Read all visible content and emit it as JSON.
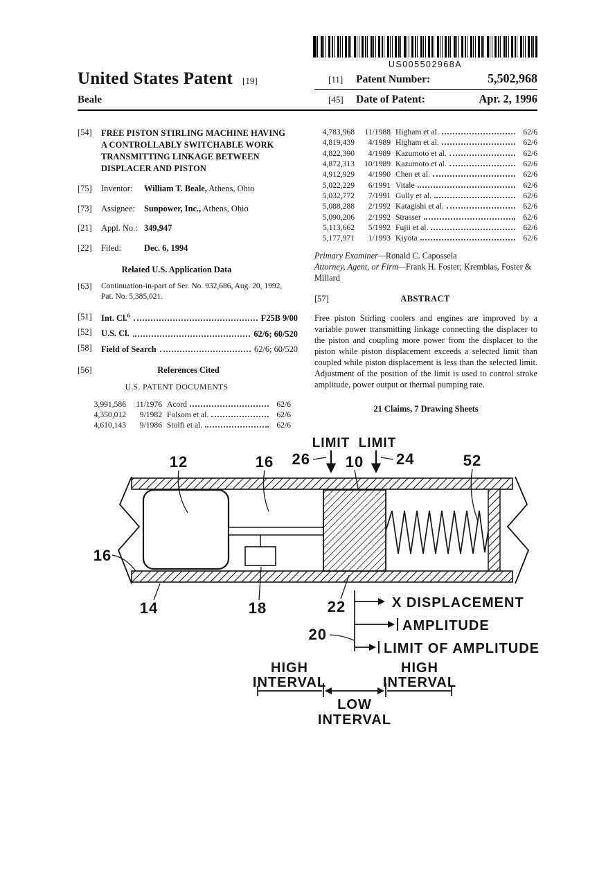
{
  "barcode": {
    "text": "US005502968A"
  },
  "header": {
    "title": "United States Patent",
    "title_tag": "[19]",
    "surname": "Beale",
    "patent_number_tag": "[11]",
    "patent_number_label": "Patent Number:",
    "patent_number": "5,502,968",
    "date_tag": "[45]",
    "date_label": "Date of Patent:",
    "date": "Apr. 2, 1996"
  },
  "left": {
    "title_tag": "[54]",
    "title": "FREE PISTON STIRLING MACHINE HAVING A CONTROLLABLY SWITCHABLE WORK TRANSMITTING LINKAGE BETWEEN DISPLACER AND PISTON",
    "inventor_tag": "[75]",
    "inventor_label": "Inventor:",
    "inventor_name": "William T. Beale,",
    "inventor_rest": "Athens, Ohio",
    "assignee_tag": "[73]",
    "assignee_label": "Assignee:",
    "assignee_name": "Sunpower, Inc.,",
    "assignee_rest": "Athens, Ohio",
    "appl_tag": "[21]",
    "appl_label": "Appl. No.:",
    "appl_value": "349,947",
    "filed_tag": "[22]",
    "filed_label": "Filed:",
    "filed_value": "Dec. 6, 1994",
    "related_heading": "Related U.S. Application Data",
    "related_tag": "[63]",
    "related_text": "Continuation-in-part of Ser. No. 932,686, Aug. 20, 1992, Pat. No. 5,385,021.",
    "fields": [
      {
        "tag": "[51]",
        "label": "Int. Cl.",
        "sup": "6",
        "value": "F25B 9/00"
      },
      {
        "tag": "[52]",
        "label": "U.S. Cl.",
        "sup": "",
        "value": "62/6; 60/520"
      },
      {
        "tag": "[58]",
        "label": "Field of Search",
        "sup": "",
        "value": "62/6; 60/520"
      }
    ],
    "references_tag": "[56]",
    "references_heading": "References Cited",
    "us_patent_documents_heading": "U.S. PATENT DOCUMENTS",
    "us_patents": [
      {
        "num": "3,991,586",
        "date": "11/1976",
        "name": "Acord",
        "cls": "62/6"
      },
      {
        "num": "4,350,012",
        "date": "9/1982",
        "name": "Folsom et al.",
        "cls": "62/6"
      },
      {
        "num": "4,610,143",
        "date": "9/1986",
        "name": "Stolfi et al.",
        "cls": "62/6"
      }
    ]
  },
  "right": {
    "us_patents": [
      {
        "num": "4,783,968",
        "date": "11/1988",
        "name": "Higham et al.",
        "cls": "62/6"
      },
      {
        "num": "4,819,439",
        "date": "4/1989",
        "name": "Higham et al.",
        "cls": "62/6"
      },
      {
        "num": "4,822,390",
        "date": "4/1989",
        "name": "Kazumoto et al.",
        "cls": "62/6"
      },
      {
        "num": "4,872,313",
        "date": "10/1989",
        "name": "Kazumoto et al.",
        "cls": "62/6"
      },
      {
        "num": "4,912,929",
        "date": "4/1990",
        "name": "Chen et al.",
        "cls": "62/6"
      },
      {
        "num": "5,022,229",
        "date": "6/1991",
        "name": "Vitale",
        "cls": "62/6"
      },
      {
        "num": "5,032,772",
        "date": "7/1991",
        "name": "Gully et al.",
        "cls": "62/6"
      },
      {
        "num": "5,088,288",
        "date": "2/1992",
        "name": "Katagishi et al.",
        "cls": "62/6"
      },
      {
        "num": "5,090,206",
        "date": "2/1992",
        "name": "Strasser",
        "cls": "62/6"
      },
      {
        "num": "5,113,662",
        "date": "5/1992",
        "name": "Fujii et al.",
        "cls": "62/6"
      },
      {
        "num": "5,177,971",
        "date": "1/1993",
        "name": "Kiyota",
        "cls": "62/6"
      }
    ],
    "examiner_label": "Primary Examiner—",
    "examiner_name": "Ronald C. Capossela",
    "attorney_label": "Attorney, Agent, or Firm—",
    "attorney_name": "Frank H. Foster; Kremblas, Foster & Millard",
    "abstract_tag": "[57]",
    "abstract_heading": "ABSTRACT",
    "abstract_text": "Free piston Stirling coolers and engines are improved by a variable power transmitting linkage connecting the displacer to the piston and coupling more power from the displacer to the piston while piston displacement exceeds a selected limit than coupled while piston displacement is less than the selected limit. Adjustment of the position of the limit is used to control stroke amplitude, power output or thermal pumping rate.",
    "claims_line": "21 Claims, 7 Drawing Sheets"
  },
  "drawing": {
    "limit_left": "LIMIT",
    "limit_right": "LIMIT",
    "ref_12": "12",
    "ref_16_top": "16",
    "ref_26": "26",
    "ref_10": "10",
    "ref_24": "24",
    "ref_52": "52",
    "ref_16_left": "16",
    "ref_14": "14",
    "ref_18": "18",
    "ref_22": "22",
    "ref_20": "20",
    "x_displacement": "X DISPLACEMENT",
    "amplitude": "AMPLITUDE",
    "limit_of_amplitude": "LIMIT OF AMPLITUDE",
    "high_interval_left_1": "HIGH",
    "high_interval_left_2": "INTERVAL",
    "high_interval_right_1": "HIGH",
    "high_interval_right_2": "INTERVAL",
    "low_interval_1": "LOW",
    "low_interval_2": "INTERVAL"
  }
}
